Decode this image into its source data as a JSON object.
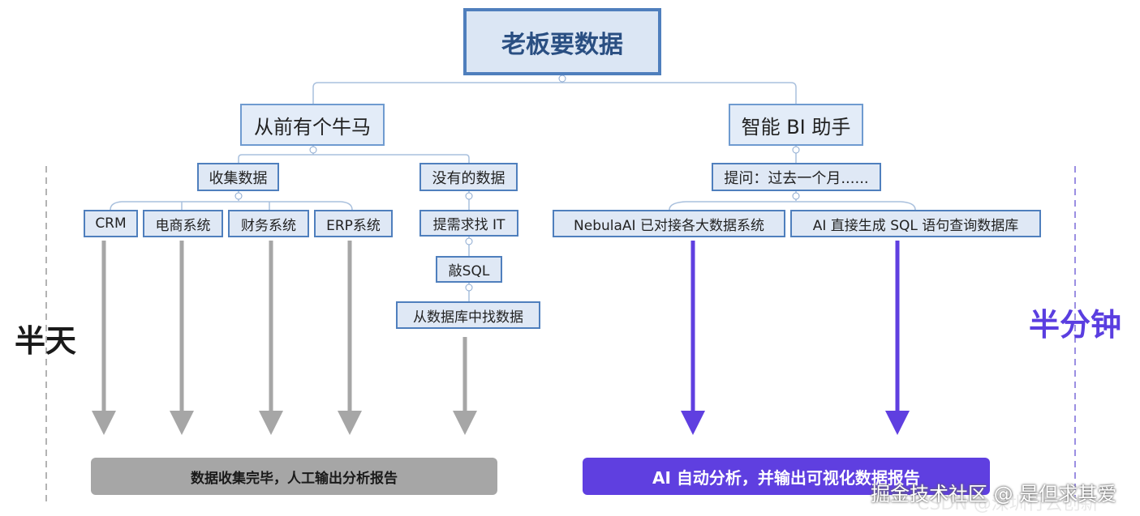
{
  "root": "老板要数据",
  "left_branch": {
    "title": "从前有个牛马",
    "collect": {
      "title": "收集数据",
      "sources": [
        "CRM",
        "电商系统",
        "财务系统",
        "ERP系统"
      ]
    },
    "missing": {
      "title": "没有的数据",
      "steps": [
        "提需求找 IT",
        "敲SQL",
        "从数据库中找数据"
      ]
    },
    "time_label": "半天",
    "result": "数据收集完毕，人工输出分析报告"
  },
  "right_branch": {
    "title": "智能 BI 助手",
    "question": "提问：过去一个月......",
    "steps": [
      "NebulaAI 已对接各大数据系统",
      "AI 直接生成 SQL 语句查询数据库"
    ],
    "time_label": "半分钟",
    "result": "AI 自动分析，并输出可视化数据报告"
  },
  "watermark": {
    "main": "掘金技术社区 @ 是但求其爱",
    "secondary": "CSDN @深圳行云创新"
  },
  "colors": {
    "box_fill": "#dfe8f5",
    "box_border": "#4f7fbd",
    "left_accent": "#a6a6a6",
    "right_accent": "#5f3fe0",
    "left_label": "#1a1a1a",
    "right_label": "#5a3ee0"
  }
}
